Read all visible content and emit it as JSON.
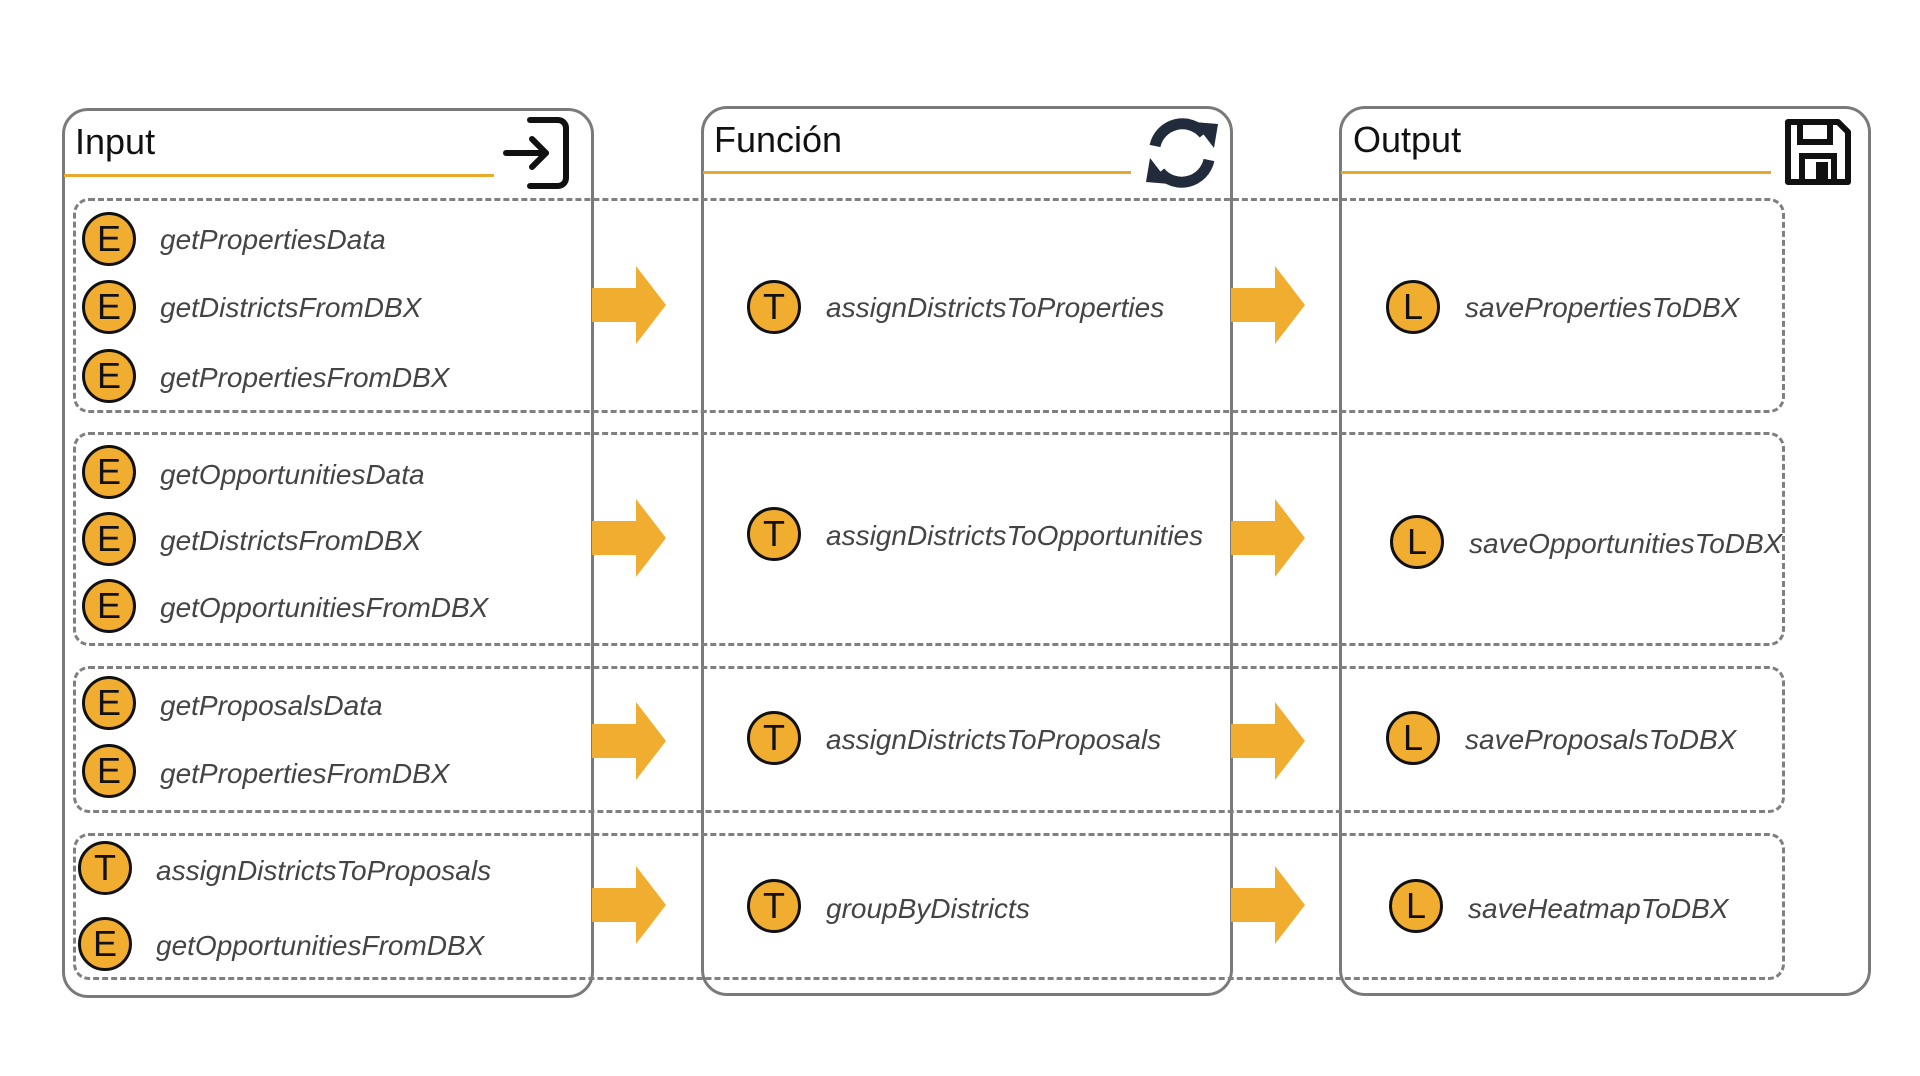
{
  "columns": {
    "input": {
      "title": "Input",
      "icon": "login-icon"
    },
    "function": {
      "title": "Función",
      "icon": "refresh-icon"
    },
    "output": {
      "title": "Output",
      "icon": "save-disk-icon"
    }
  },
  "colors": {
    "accent": "#f0ad2f",
    "border": "#7a7a7a",
    "dashed": "#808080",
    "rule": "#e8a92e"
  },
  "rows": [
    {
      "inputs": [
        {
          "type": "E",
          "name": "getPropertiesData"
        },
        {
          "type": "E",
          "name": "getDistrictsFromDBX"
        },
        {
          "type": "E",
          "name": "getPropertiesFromDBX"
        }
      ],
      "function": {
        "type": "T",
        "name": "assignDistrictsToProperties"
      },
      "output": {
        "type": "L",
        "name": "savePropertiesToDBX"
      }
    },
    {
      "inputs": [
        {
          "type": "E",
          "name": "getOpportunitiesData"
        },
        {
          "type": "E",
          "name": "getDistrictsFromDBX"
        },
        {
          "type": "E",
          "name": "getOpportunitiesFromDBX"
        }
      ],
      "function": {
        "type": "T",
        "name": "assignDistrictsToOpportunities"
      },
      "output": {
        "type": "L",
        "name": "saveOpportunitiesToDBX"
      }
    },
    {
      "inputs": [
        {
          "type": "E",
          "name": "getProposalsData"
        },
        {
          "type": "E",
          "name": "getPropertiesFromDBX"
        }
      ],
      "function": {
        "type": "T",
        "name": "assignDistrictsToProposals"
      },
      "output": {
        "type": "L",
        "name": "saveProposalsToDBX"
      }
    },
    {
      "inputs": [
        {
          "type": "T",
          "name": "assignDistrictsToProposals"
        },
        {
          "type": "E",
          "name": "getOpportunitiesFromDBX"
        }
      ],
      "function": {
        "type": "T",
        "name": "groupByDistricts"
      },
      "output": {
        "type": "L",
        "name": "saveHeatmapToDBX"
      }
    }
  ]
}
